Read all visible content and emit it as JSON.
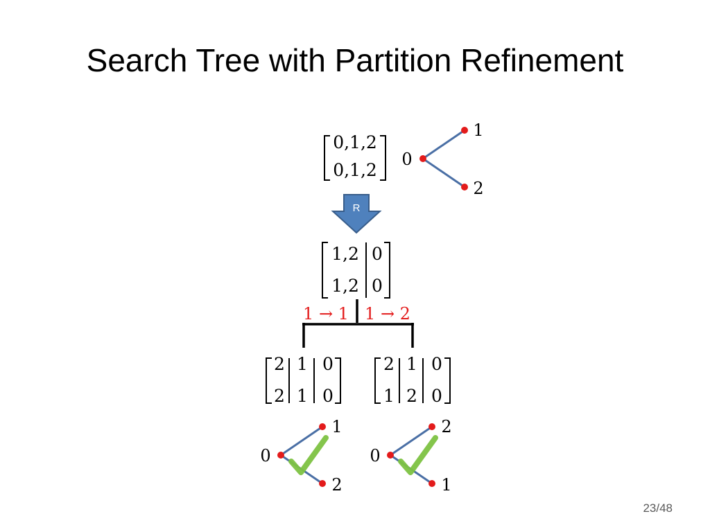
{
  "slide": {
    "title": "Search Tree with Partition Refinement",
    "page_number": "23/48"
  },
  "colors": {
    "edge": "#4a6fa5",
    "vertex": "#e31b1b",
    "arrow_fill": "#4f81bd",
    "arrow_stroke": "#385d8a",
    "branch_label": "#e31b1b",
    "check": "#7dc242"
  },
  "top_graph": {
    "vertices": [
      {
        "label": "0"
      },
      {
        "label": "1"
      },
      {
        "label": "2"
      }
    ]
  },
  "top_matrix": {
    "row1": "0,1,2",
    "row2": "0,1,2"
  },
  "refine_arrow": {
    "label": "R"
  },
  "refined_matrix": {
    "row1": [
      "1,2",
      "0"
    ],
    "row2": [
      "1,2",
      "0"
    ]
  },
  "branches": {
    "left_label": "1 → 1",
    "right_label": "1 → 2"
  },
  "left_child": {
    "row1": [
      "2",
      "1",
      "0"
    ],
    "row2": [
      "2",
      "1",
      "0"
    ],
    "graph_labels": [
      "0",
      "1",
      "2"
    ],
    "check": "check-icon"
  },
  "right_child": {
    "row1": [
      "2",
      "1",
      "0"
    ],
    "row2": [
      "1",
      "2",
      "0"
    ],
    "graph_labels": [
      "0",
      "2",
      "1"
    ],
    "check": "check-icon"
  }
}
